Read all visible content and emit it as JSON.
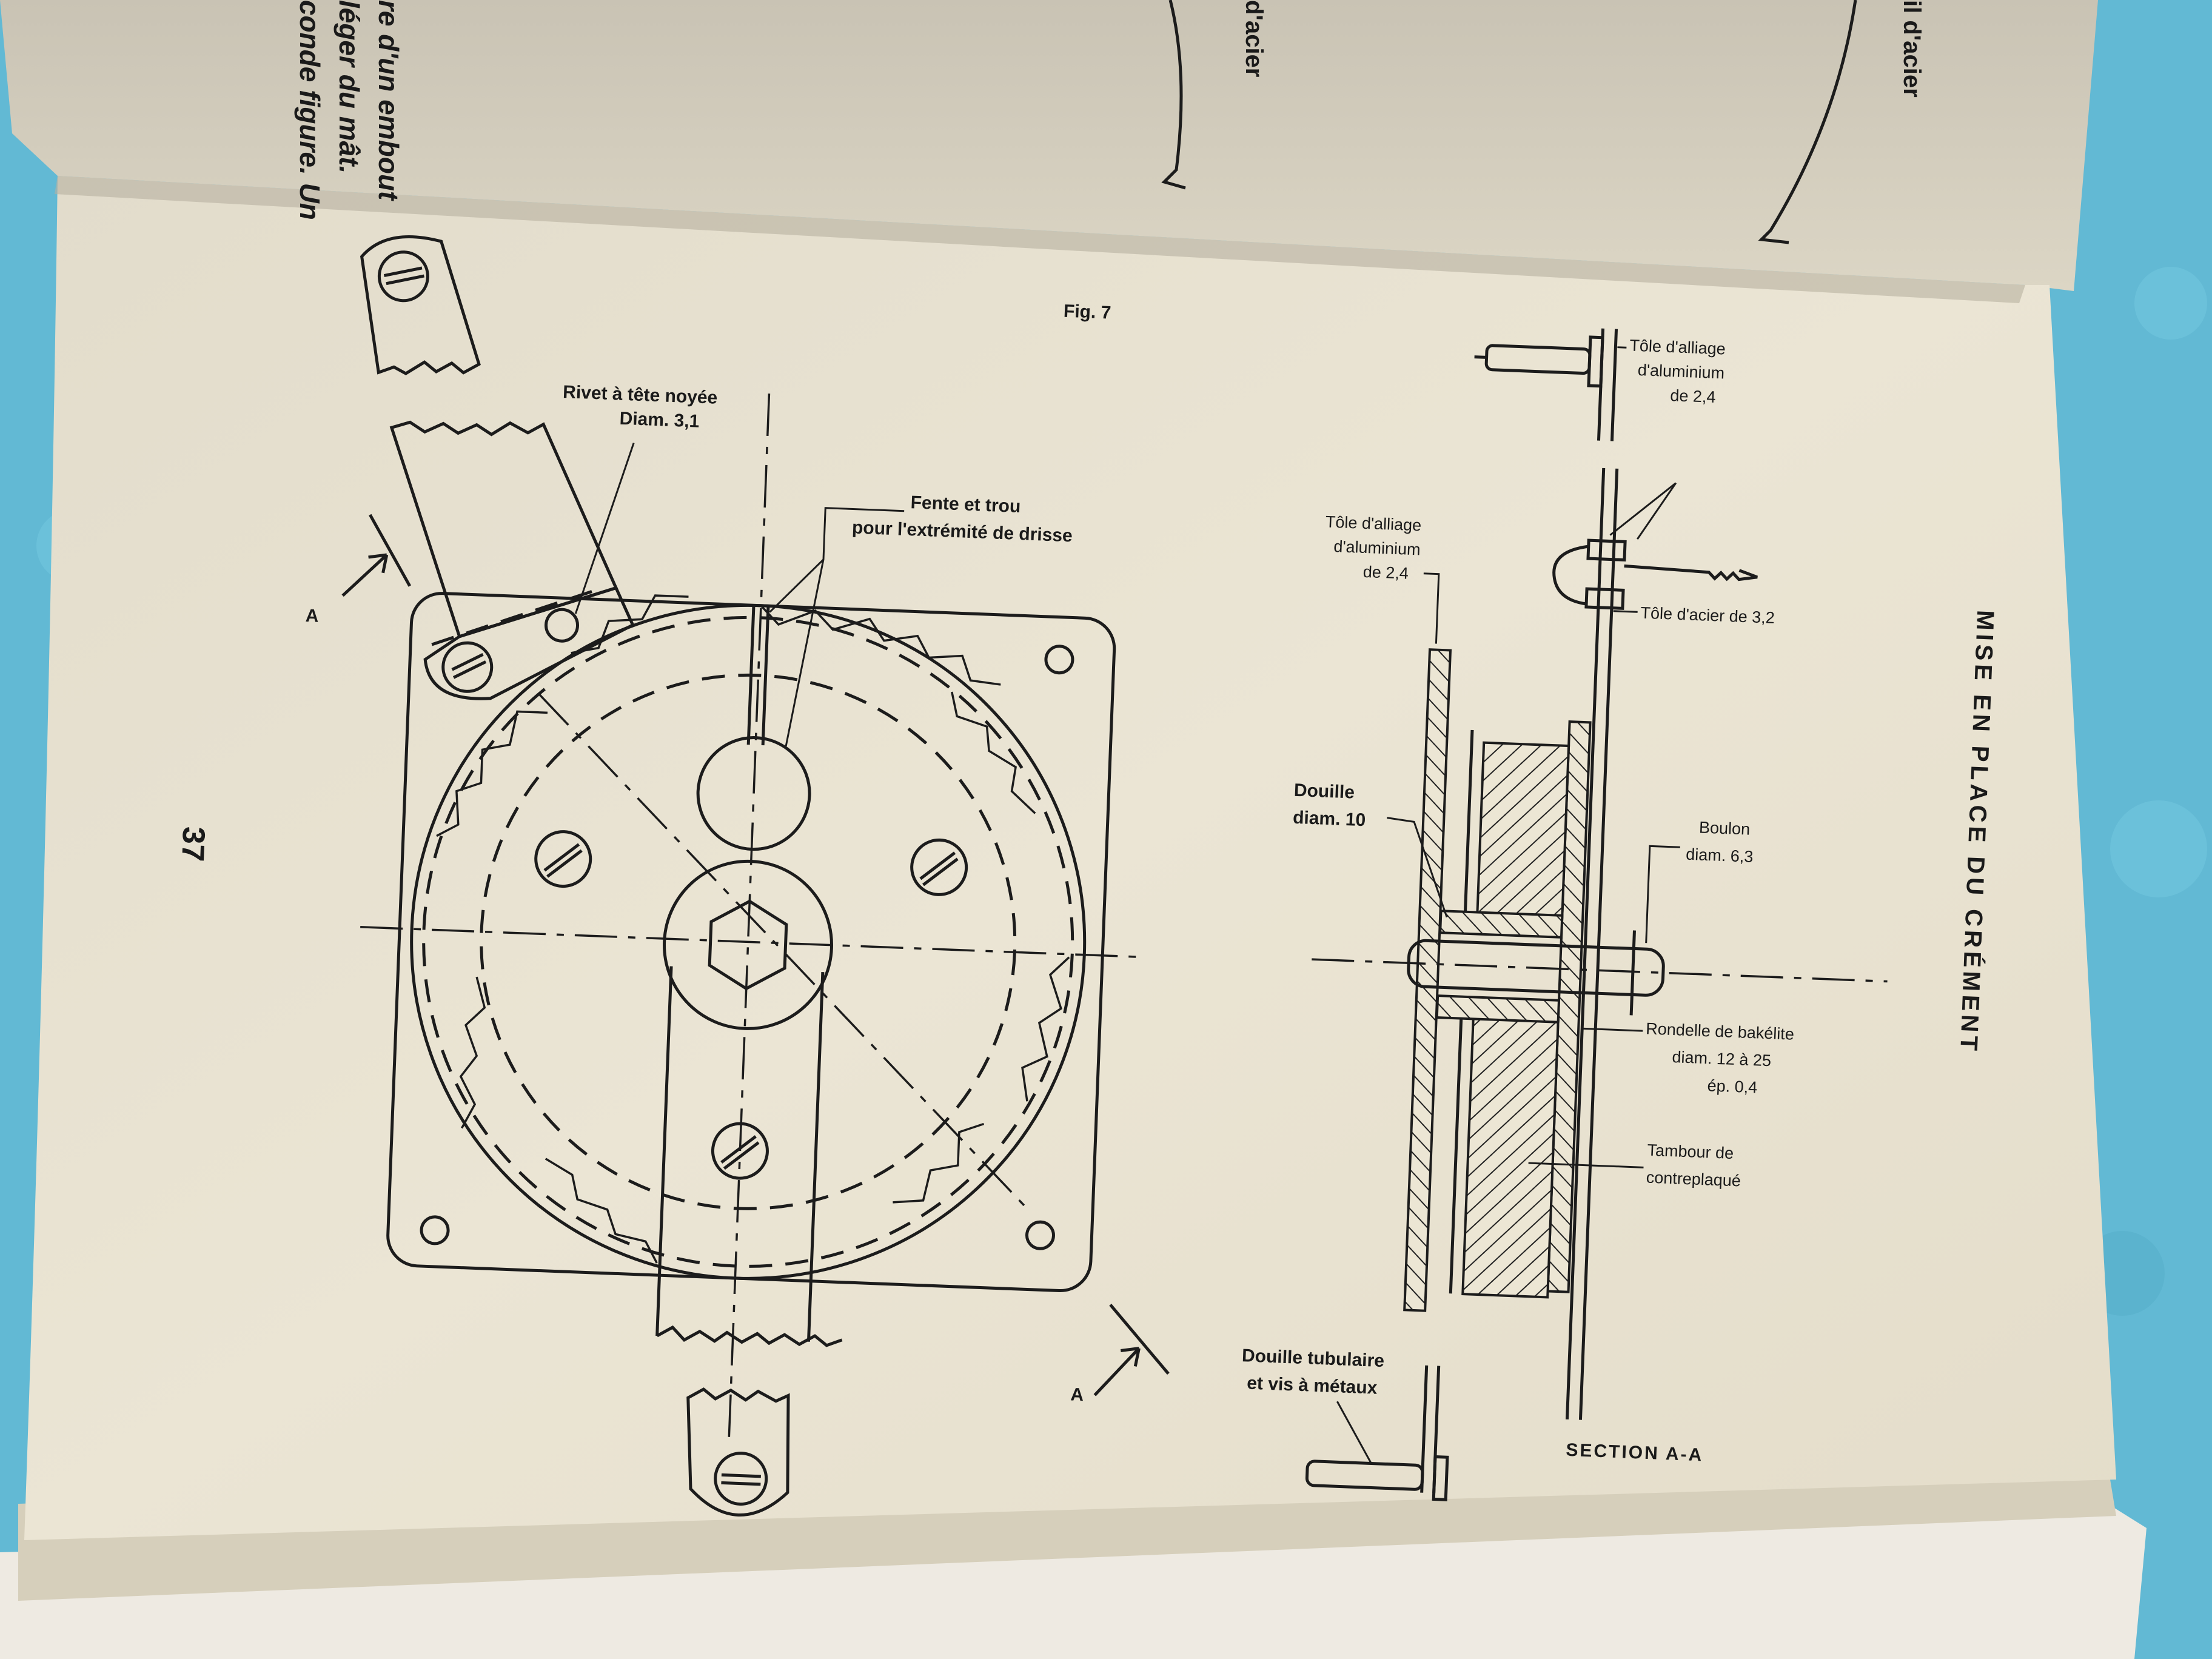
{
  "page": {
    "number": "37",
    "running_head": "MISE EN PLACE DU CRÉMENT"
  },
  "previous_page": {
    "text_lines": [
      "re d'un embout",
      "léger du mât.",
      "conde figure. Un"
    ],
    "labels": [
      "d'acier",
      "il d'acier"
    ]
  },
  "figure": {
    "title": "Fig. 7",
    "labels": {
      "rivet_1": "Rivet à tête noyée",
      "rivet_2": "Diam. 3,1",
      "fente_1": "Fente et trou",
      "fente_2": "pour l'extrémité de drisse",
      "section_mark": "A",
      "section_mark_bottom": "A"
    }
  },
  "section": {
    "title": "SECTION A-A",
    "labels": {
      "tole_top_1": "Tôle d'alliage",
      "tole_top_2": "d'aluminium",
      "tole_top_3": "de 2,4",
      "tole_left_1": "Tôle d'alliage",
      "tole_left_2": "d'aluminium",
      "tole_left_3": "de 2,4",
      "tole_acier": "Tôle d'acier de 3,2",
      "douille_1": "Douille",
      "douille_2": "diam. 10",
      "boulon_1": "Boulon",
      "boulon_2": "diam. 6,3",
      "rondelle_1": "Rondelle de bakélite",
      "rondelle_2": "diam. 12 à 25",
      "rondelle_3": "ép. 0,4",
      "tambour_1": "Tambour de",
      "tambour_2": "contreplaqué",
      "douille_tub_1": "Douille tubulaire",
      "douille_tub_2": "et vis à métaux"
    }
  }
}
